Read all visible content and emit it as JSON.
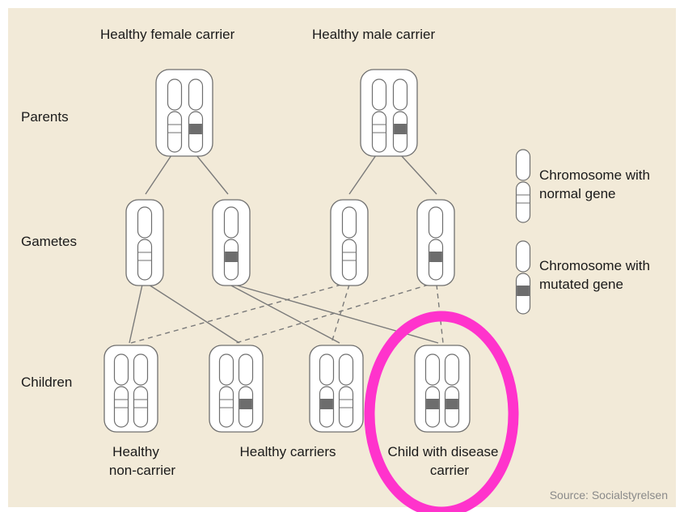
{
  "colors": {
    "background": "#f2ead8",
    "mutated_band": "#6d6d6d",
    "highlight": "#ff33cc"
  },
  "labels": {
    "parent_left": "Healthy female carrier",
    "parent_right": "Healthy male carrier",
    "row_parents": "Parents",
    "row_gametes": "Gametes",
    "row_children": "Children",
    "child_1_line1": "Healthy",
    "child_1_line2": "non-carrier",
    "child_carriers": "Healthy carriers",
    "child_4_line1": "Child with disease",
    "child_4_line2": "carrier",
    "source": "Source: Socialstyrelsen"
  },
  "legend": {
    "normal_line1": "Chromosome with",
    "normal_line2": "normal gene",
    "mutated_line1": "Chromosome with",
    "mutated_line2": "mutated gene"
  },
  "genotypes": {
    "parent_left": [
      "normal",
      "mutated"
    ],
    "parent_right": [
      "normal",
      "mutated"
    ],
    "gamete_1": [
      "normal"
    ],
    "gamete_2": [
      "mutated"
    ],
    "gamete_3": [
      "normal"
    ],
    "gamete_4": [
      "mutated"
    ],
    "child_1": [
      "normal",
      "normal"
    ],
    "child_2": [
      "normal",
      "mutated"
    ],
    "child_3": [
      "mutated",
      "normal"
    ],
    "child_4": [
      "mutated",
      "mutated"
    ]
  },
  "highlight": {
    "target": "child_4",
    "shape": "ellipse"
  }
}
